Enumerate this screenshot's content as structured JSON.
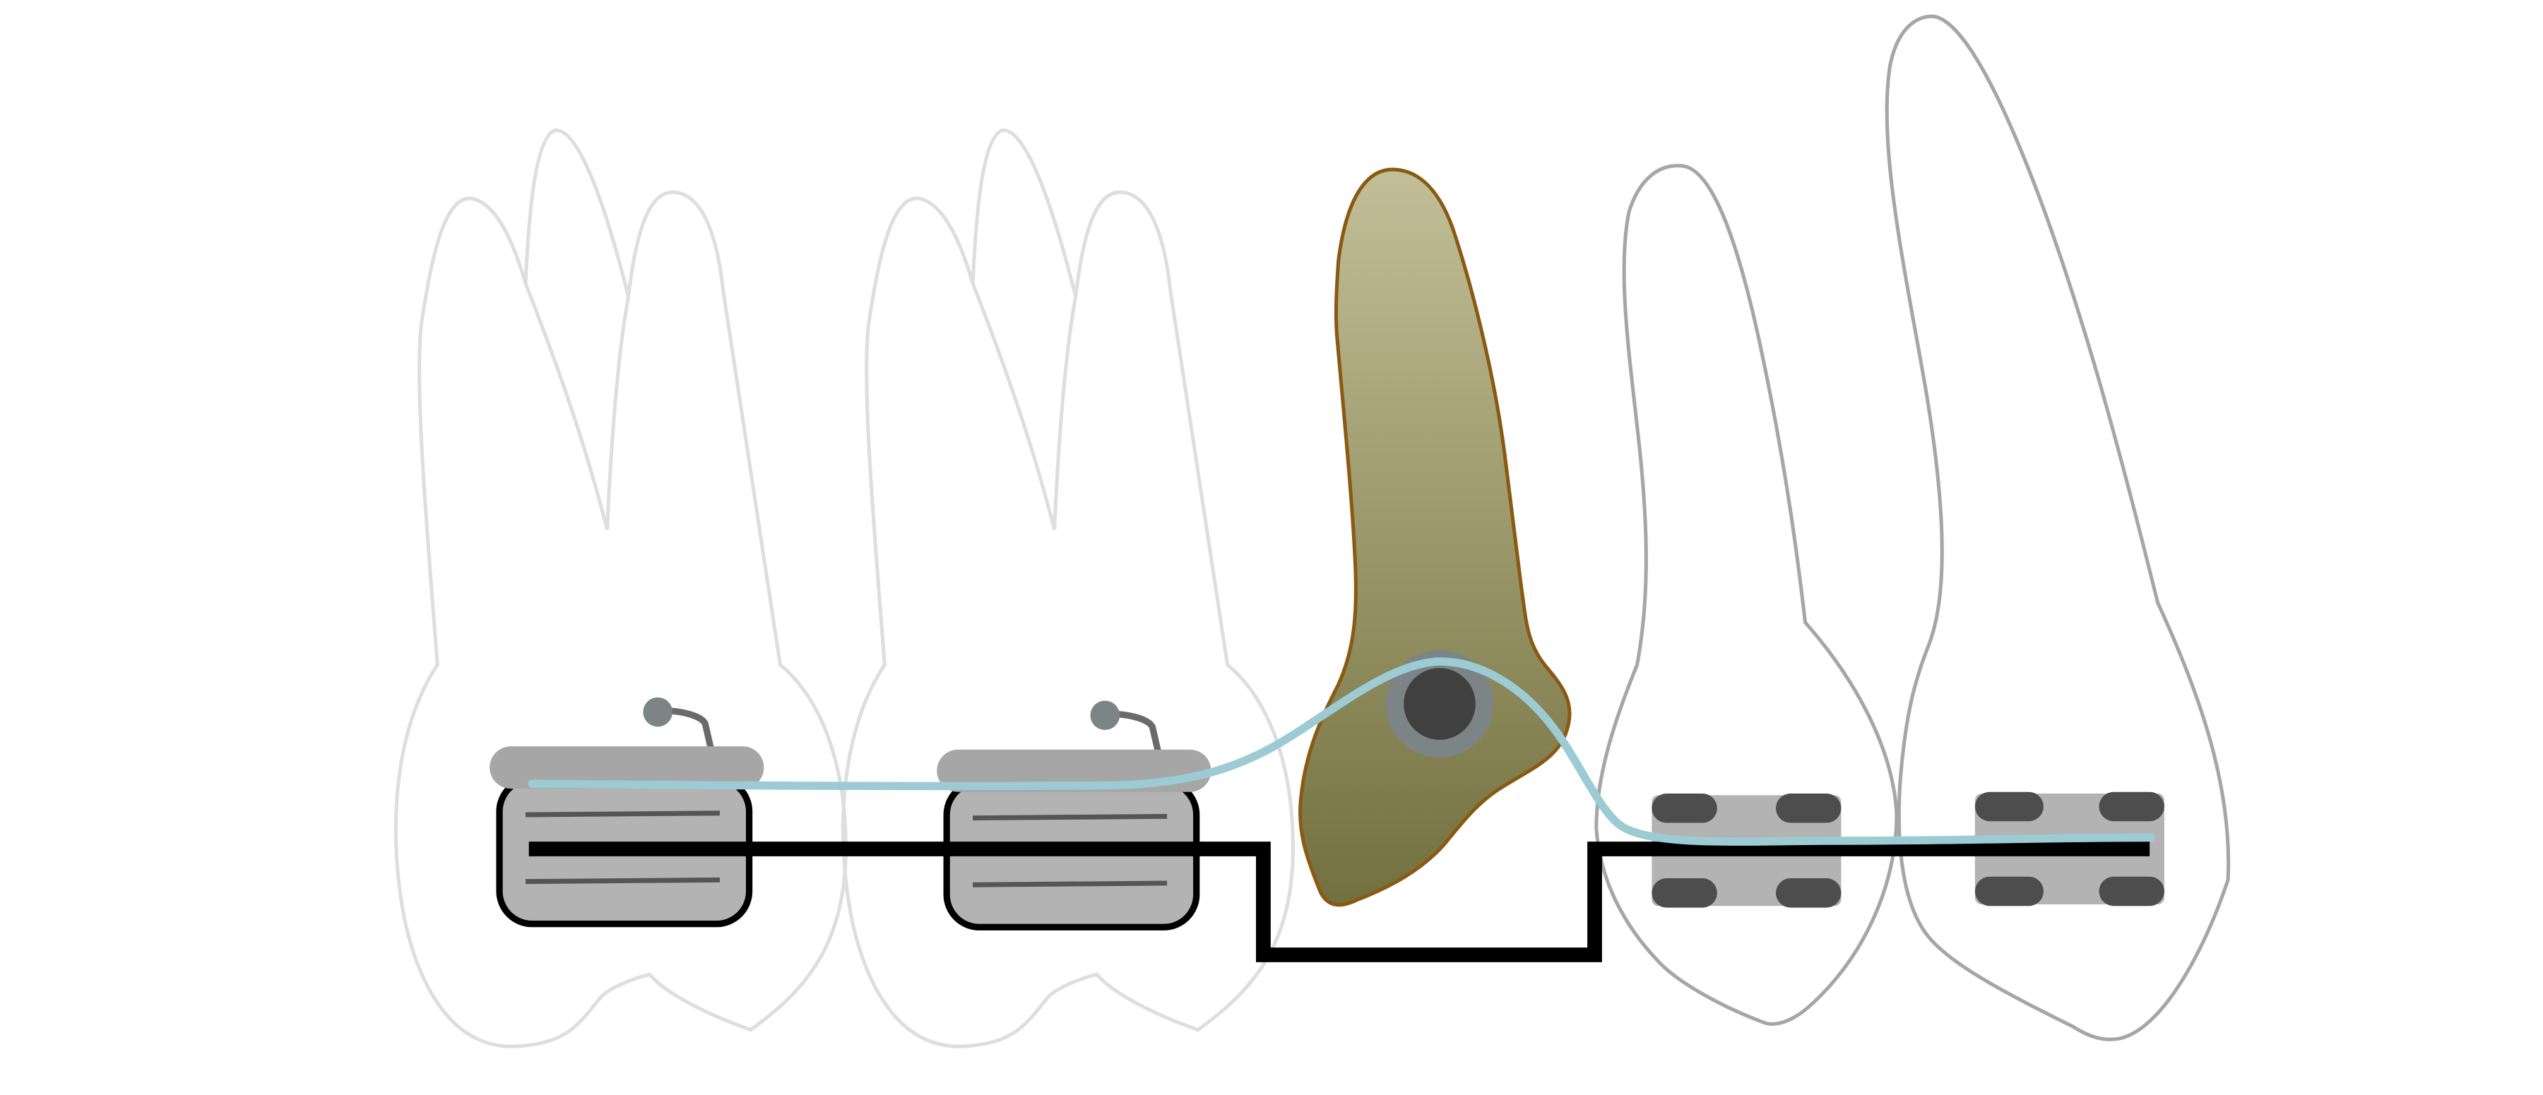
{
  "colors": {
    "background": "#ffffff",
    "faint_tooth_outline": "#dedede",
    "tooth_outline": "#a6a6a6",
    "impacted_tooth_fill_top": "#c2bf98",
    "impacted_tooth_fill_bottom": "#73703f",
    "impacted_tooth_outline": "#8a5a12",
    "attachment_ring": "#7d8486",
    "attachment_core": "#404040",
    "molar_band": "#b3b3b3",
    "molar_band_cap": "#a6a6a6",
    "bracket_base": "#b3b3b3",
    "bracket_wing": "#4d4d4d",
    "archwire": "#000000",
    "traction_wire": "#9ccbd4",
    "hook": "#6a6a6a"
  },
  "elements": {
    "teeth": [
      "first-molar",
      "second-premolar-region-molar",
      "impacted-canine",
      "first-premolar",
      "lateral-incisor"
    ],
    "appliances": [
      "molar-band",
      "molar-band",
      "bracket",
      "bracket",
      "archwire",
      "traction-wire",
      "bonded-attachment"
    ]
  }
}
